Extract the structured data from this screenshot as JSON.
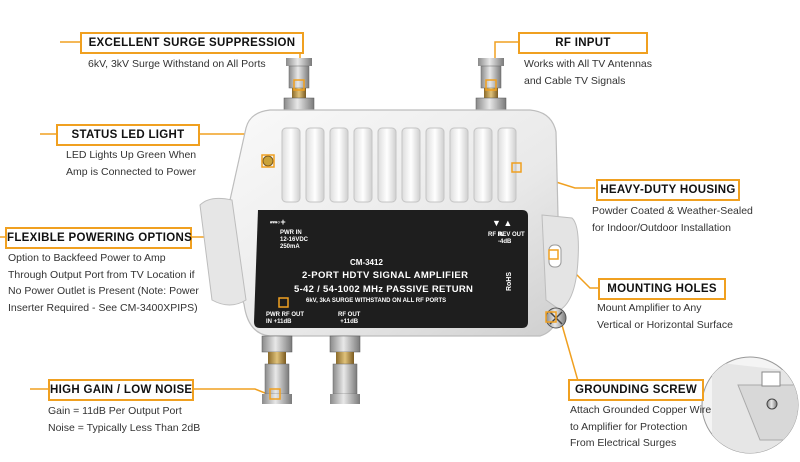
{
  "callouts": {
    "surge": {
      "title": "EXCELLENT SURGE SUPPRESSION",
      "lines": [
        "6kV, 3kV Surge Withstand on All Ports"
      ]
    },
    "rf_input": {
      "title": "RF INPUT",
      "lines": [
        "Works with All TV Antennas",
        "and Cable TV Signals"
      ]
    },
    "status_led": {
      "title": "STATUS LED LIGHT",
      "lines": [
        "LED Lights Up Green When",
        "Amp is Connected to Power"
      ]
    },
    "housing": {
      "title": "HEAVY-DUTY HOUSING",
      "lines": [
        "Powder Coated & Weather-Sealed",
        "for Indoor/Outdoor Installation"
      ]
    },
    "powering": {
      "title": "FLEXIBLE POWERING OPTIONS",
      "lines": [
        "Option to Backfeed Power to Amp",
        "Through Output Port from TV Location if",
        "No Power Outlet is Present (Note: Power",
        "Inserter Required - See CM-3400XPIPS)"
      ]
    },
    "mounting": {
      "title": "MOUNTING HOLES",
      "lines": [
        "Mount Amplifier to Any",
        "Vertical or Horizontal Surface"
      ]
    },
    "gain": {
      "title": "HIGH GAIN / LOW NOISE",
      "lines": [
        "Gain = 11dB Per Output Port",
        "Noise = Typically Less Than 2dB"
      ]
    },
    "grounding": {
      "title": "GROUNDING SCREW",
      "lines": [
        "Attach Grounded Copper Wire",
        "to Amplifier for Protection",
        "From Electrical Surges"
      ]
    }
  },
  "device_label": {
    "model": "CM-3412",
    "name": "2-PORT HDTV SIGNAL AMPLIFIER",
    "freq": "5-42 / 54-1002 MHz PASSIVE RETURN",
    "surge": "6kV, 3kA SURGE WITHSTAND ON ALL RF PORTS",
    "pwr_in": "PWR IN",
    "pwr_spec": "12-16VDC",
    "pwr_ma": "250mA",
    "rf_in": "RF IN",
    "rev_out": "REV OUT",
    "rev_db": "-4dB",
    "port1": "PWR RF OUT",
    "port1b": "IN +11dB",
    "port2": "RF OUT",
    "port2b": "+11dB",
    "rohs": "RoHS"
  },
  "colors": {
    "accent": "#f0a020",
    "label_bg": "#1e1e1e",
    "housing": "#eeeeee"
  }
}
